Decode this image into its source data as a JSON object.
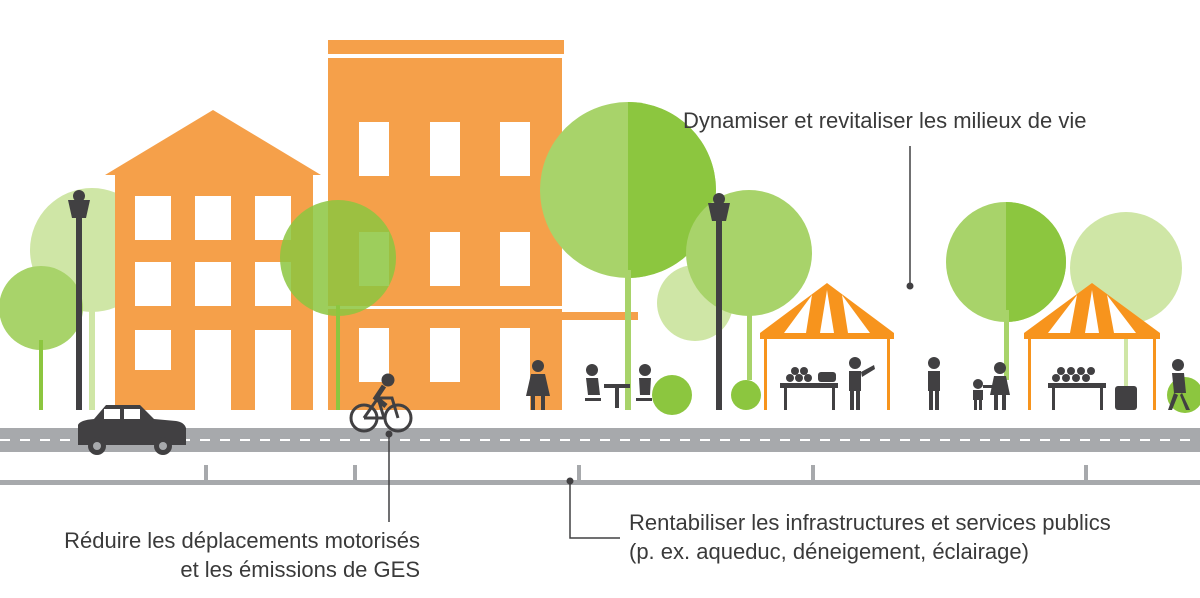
{
  "colors": {
    "building": "#f5a04a",
    "window": "#ffffff",
    "tree_dark": "#8cc63f",
    "tree_light": "#cfe6a6",
    "tree_mid": "#a8d36a",
    "road": "#a7a9ac",
    "road_line": "#ffffff",
    "dark": "#414042",
    "text": "#3a3a3a",
    "tent": "#f7941d"
  },
  "labels": {
    "top": "Dynamiser et revitaliser les milieux de vie",
    "left_line1": "Réduire les déplacements motorisés",
    "left_line2": "et les émissions de GES",
    "right_line1": "Rentabiliser les infrastructures et services publics",
    "right_line2": "(p. ex. aqueduc, déneigement, éclairage)"
  },
  "icons": [
    "car-icon",
    "bicycle-icon",
    "street-lamp-icon",
    "market-tent-icon",
    "person-icon",
    "tree-icon",
    "building-icon",
    "picnic-table-icon",
    "trash-bin-icon"
  ]
}
